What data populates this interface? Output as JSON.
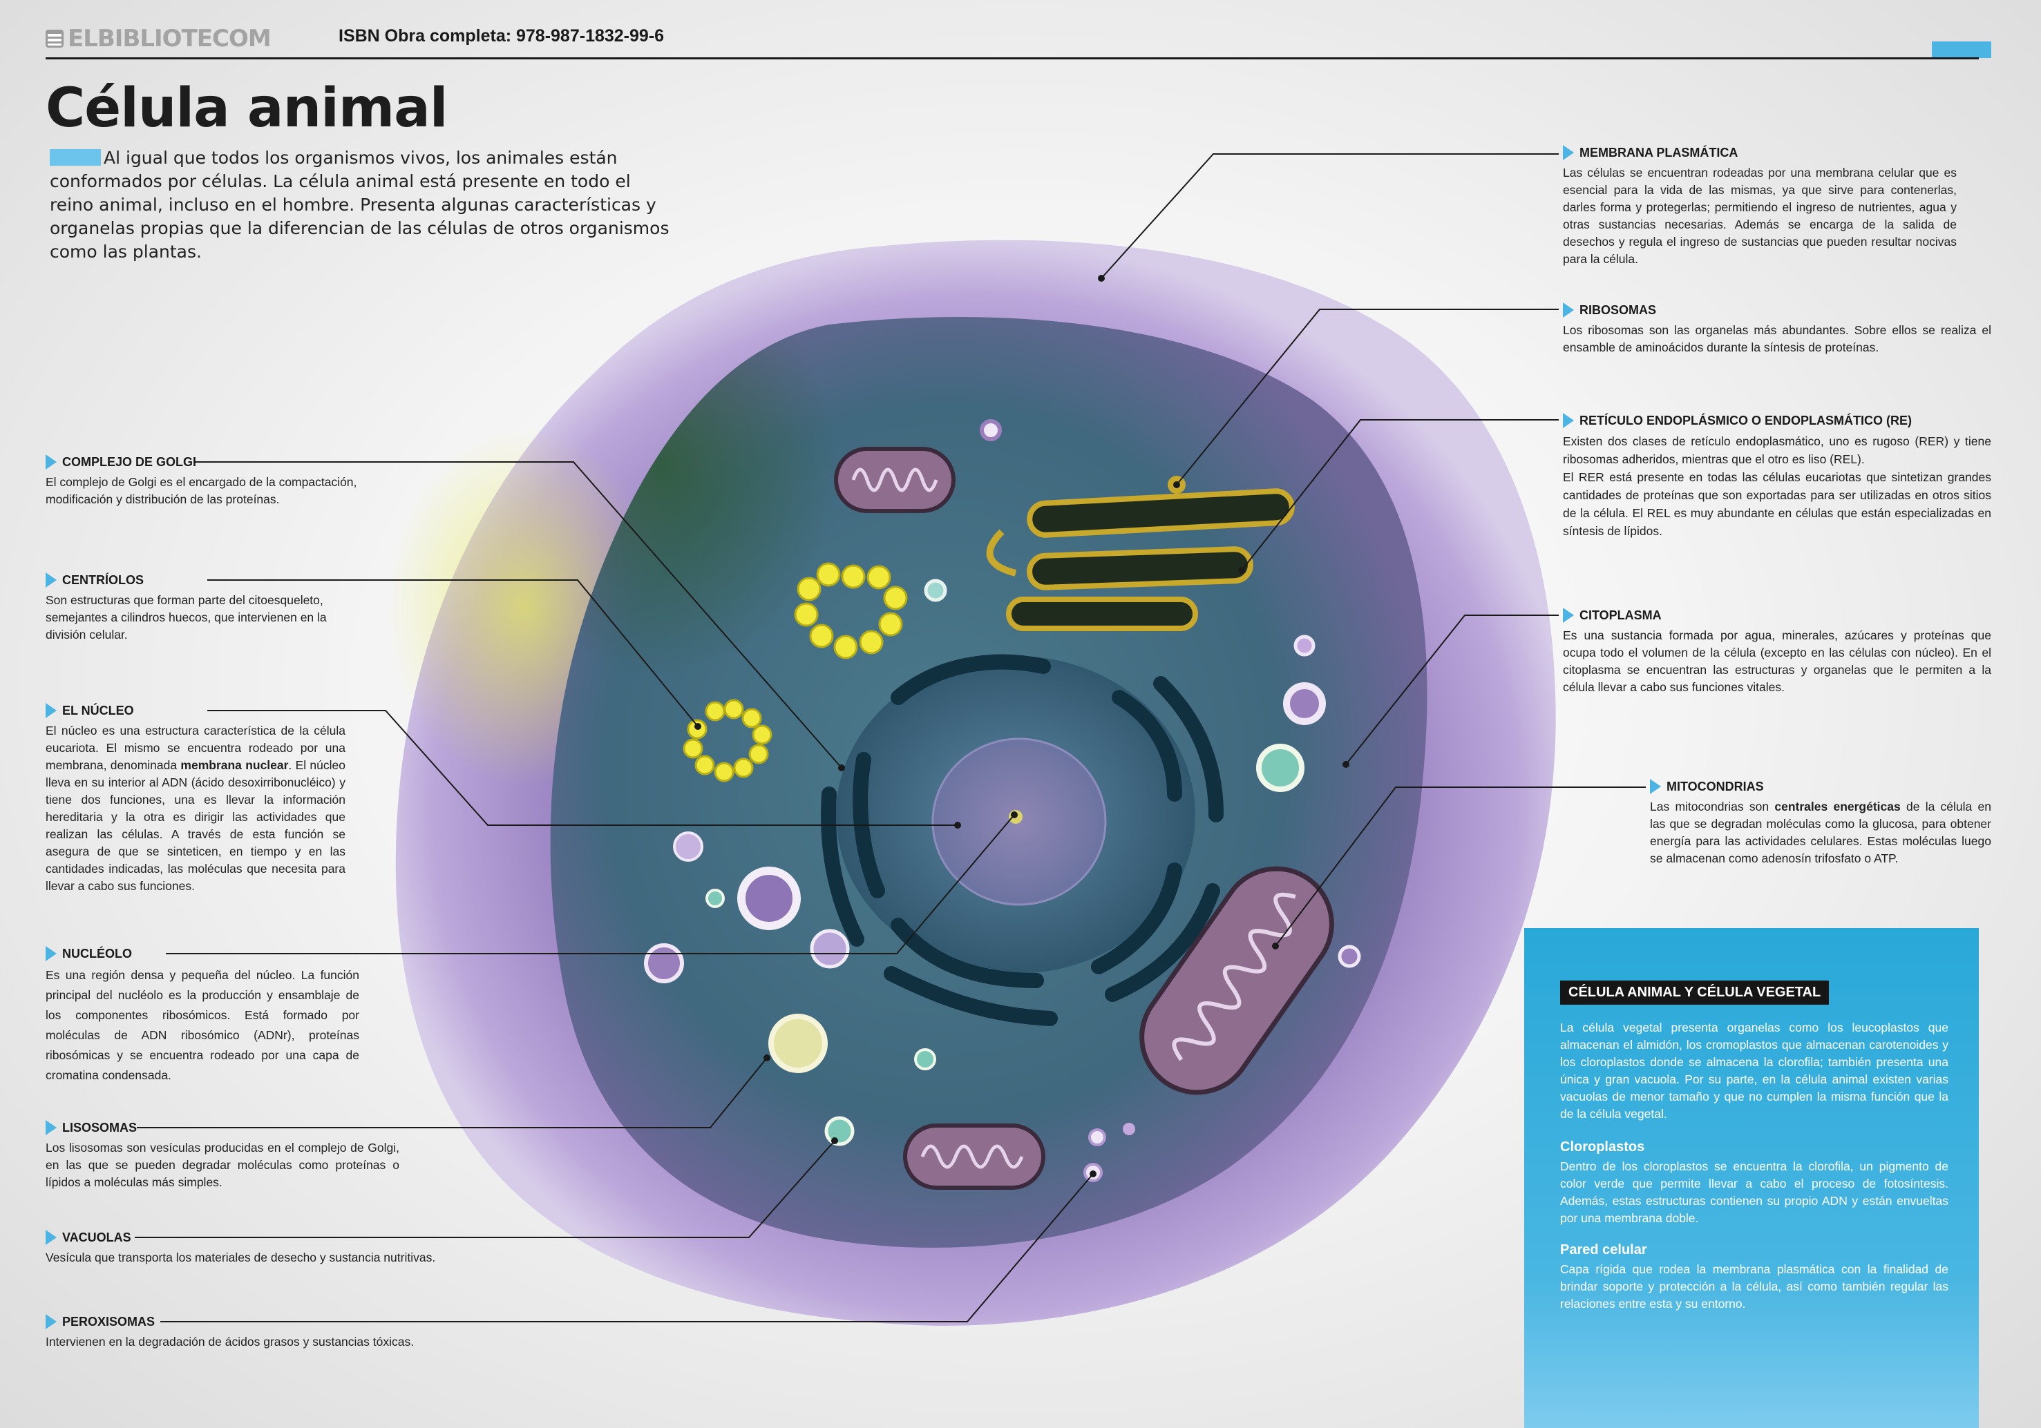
{
  "header": {
    "logo_text": "ELBIBLIOTECOM",
    "isbn": "ISBN Obra completa: 978-987-1832-99-6"
  },
  "page": {
    "title": "Célula animal",
    "intro": "Al igual que todos los organismos vivos, los animales están conformados por células. La célula animal está presente en todo el reino animal, incluso en el hombre. Presenta algunas características y organelas propias que la diferencian de las células de otros organismos como las plantas."
  },
  "left_labels": {
    "golgi": {
      "title": "COMPLEJO DE GOLGI",
      "body": "El complejo de Golgi es el encargado de la compactación, modificación y distribución de las proteínas."
    },
    "centriolos": {
      "title": "CENTRÍOLOS",
      "body": "Son estructuras que forman parte del citoesqueleto, semejantes a cilindros huecos, que intervienen en la división celular."
    },
    "nucleo": {
      "title": "EL NÚCLEO",
      "body_1": "El núcleo es una estructura característica de la célula eucariota. El mismo se encuentra rodeado por una membrana, denominada ",
      "body_bold": "membrana nuclear",
      "body_2": ". El núcleo lleva en su interior al ADN (ácido desoxirribonucléico) y tiene dos funciones, una es llevar la información hereditaria y la otra es dirigir las actividades que realizan las células. A través de esta función se asegura de que se sinteticen, en tiempo y en las cantidades indicadas, las moléculas que necesita para llevar a cabo sus funciones."
    },
    "nucleolo": {
      "title": "NUCLÉOLO",
      "body": "Es una región densa y pequeña del núcleo. La función principal del nucléolo es la producción y ensamblaje de los componentes ribosómicos. Está formado por moléculas de ADN ribosómico (ADNr), proteínas ribosómicas y se encuentra rodeado por una capa de cromatina condensada."
    },
    "lisosomas": {
      "title": "LISOSOMAS",
      "body": "Los lisosomas son vesículas producidas en el complejo de Golgi, en las que se pueden degradar moléculas como proteínas o lípidos a moléculas más simples."
    },
    "vacuolas": {
      "title": "VACUOLAS",
      "body": "Vesícula que transporta los materiales de desecho y sustancia nutritivas."
    },
    "peroxisomas": {
      "title": "PEROXISOMAS",
      "body": "Intervienen en la degradación de ácidos grasos y sustancias tóxicas."
    }
  },
  "right_labels": {
    "membrana": {
      "title": "MEMBRANA PLASMÁTICA",
      "body": "Las células se encuentran rodeadas por una membrana celular que es esencial para la vida de las mismas, ya que sirve para contenerlas, darles forma y protegerlas; permitiendo el ingreso de nutrientes, agua y otras sustancias necesarias. Además se encarga de la salida de desechos y regula el ingreso de sustancias que pueden resultar nocivas para la célula."
    },
    "ribosomas": {
      "title": "RIBOSOMAS",
      "body": "Los ribosomas son las organelas más abundantes. Sobre ellos se realiza el ensamble de aminoácidos durante la síntesis de proteínas."
    },
    "reticulo": {
      "title": "RETÍCULO ENDOPLÁSMICO O ENDOPLASMÁTICO (RE)",
      "body_1": "Existen dos clases de retículo endoplasmático, uno es rugoso (RER) y tiene ribosomas adheridos, mientras que el otro es liso (REL).",
      "body_2": "El RER está presente en todas las células eucariotas que sintetizan grandes cantidades de proteínas que son exportadas para ser utilizadas en otros sitios de la célula. El REL es muy abundante en células que están especializadas en síntesis de lípidos."
    },
    "citoplasma": {
      "title": "CITOPLASMA",
      "body": "Es una sustancia formada por agua, minerales, azúcares y proteínas que ocupa todo el volumen de la célula (excepto en las células con núcleo). En el citoplasma se encuentran las estructuras y organelas que le permiten a la célula llevar a cabo sus funciones vitales."
    },
    "mitocondrias": {
      "title": "MITOCONDRIAS",
      "body_1": "Las mitocondrias son ",
      "body_bold": "centrales energéticas",
      "body_2": " de la célula en las que se degradan moléculas como la glucosa, para obtener energía para las actividades celulares. Estas moléculas luego se almacenan como adenosín trifosfato o ATP."
    }
  },
  "info_box": {
    "tag": "CÉLULA ANIMAL Y CÉLULA VEGETAL",
    "intro": "La célula vegetal presenta organelas como los leucoplastos que almacenan el almidón, los cromoplastos que almacenan carotenoides y los cloroplastos donde se almacena la clorofila; también presenta una única y gran vacuola. Por su parte, en la célula animal existen varias vacuolas de menor tamaño y que no cumplen la misma función que la de la célula vegetal.",
    "cloroplastos_title": "Cloroplastos",
    "cloroplastos_body": "Dentro de los cloroplastos se encuentra la clorofila, un pigmento de color verde que permite llevar a cabo el proceso de fotosíntesis. Además, estas estructuras contienen su propio ADN y están envueltas por una membrana doble.",
    "pared_title": "Pared celular",
    "pared_body": "Capa rígida que rodea la membrana plasmática con la finalidad de brindar soporte y protección a la célula, así como también regular las relaciones entre esta y su entorno."
  },
  "colors": {
    "accent": "#4bb4e2",
    "membrane": "#b79fd6",
    "cytoplasm": "#3f6b7a",
    "nucleus": "#35607a",
    "golgi": "#c7a829",
    "centriole": "#f0e640",
    "mitochondria": "#8a5f86"
  }
}
